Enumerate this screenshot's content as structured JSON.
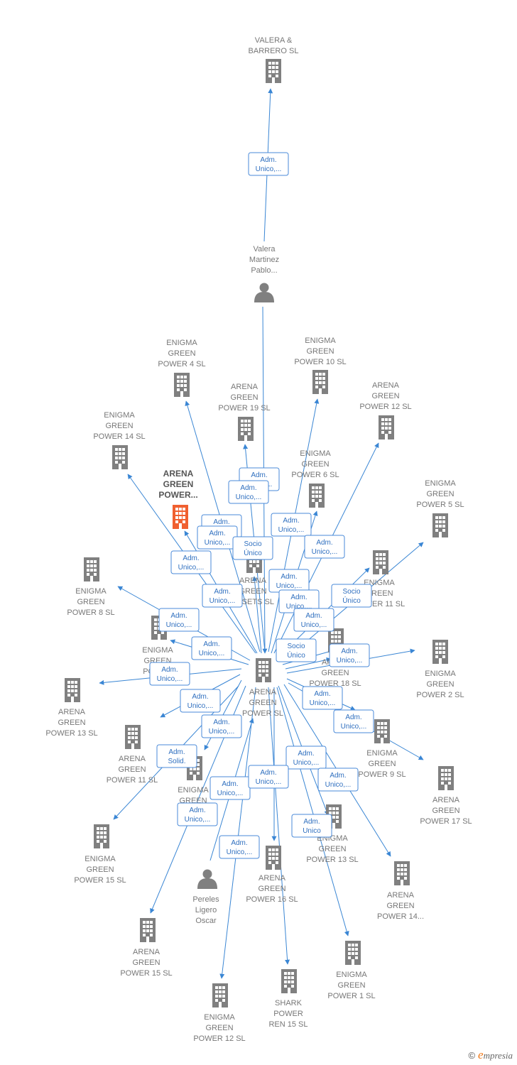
{
  "colors": {
    "edge": "#3a86d4",
    "edge_box_border": "#4a8ad8",
    "edge_text": "#2f6fbf",
    "building": "#808080",
    "focus_building": "#f06030",
    "person": "#808080",
    "label": "#777777"
  },
  "nodes": [
    {
      "id": "valera_barrero",
      "type": "company",
      "lines": [
        "VALERA &",
        "BARRERO  SL"
      ]
    },
    {
      "id": "valera_martinez",
      "type": "person",
      "lines": [
        "Valera",
        "Martinez",
        "Pablo..."
      ]
    },
    {
      "id": "enigma4",
      "type": "company",
      "lines": [
        "ENIGMA",
        "GREEN",
        "POWER 4  SL"
      ]
    },
    {
      "id": "enigma10",
      "type": "company",
      "lines": [
        "ENIGMA",
        "GREEN",
        "POWER 10  SL"
      ]
    },
    {
      "id": "arena19",
      "type": "company",
      "lines": [
        "ARENA",
        "GREEN",
        "POWER 19  SL"
      ]
    },
    {
      "id": "arena12",
      "type": "company",
      "lines": [
        "ARENA",
        "GREEN",
        "POWER 12  SL"
      ]
    },
    {
      "id": "enigma14",
      "type": "company",
      "lines": [
        "ENIGMA",
        "GREEN",
        "POWER 14  SL"
      ]
    },
    {
      "id": "enigma6",
      "type": "company",
      "lines": [
        "ENIGMA",
        "GREEN",
        "POWER 6  SL"
      ]
    },
    {
      "id": "arena_focus",
      "type": "focus",
      "lines": [
        "ARENA",
        "GREEN",
        "POWER..."
      ]
    },
    {
      "id": "enigma5",
      "type": "company",
      "lines": [
        "ENIGMA",
        "GREEN",
        "POWER 5  SL"
      ]
    },
    {
      "id": "arena_assets",
      "type": "company",
      "lines": [
        "ARENA",
        "GREEN",
        "ASSETS  SL"
      ]
    },
    {
      "id": "enigma11",
      "type": "company",
      "lines": [
        "ENIGMA",
        "GREEN",
        "POWER 11  SL"
      ]
    },
    {
      "id": "enigma8",
      "type": "company",
      "lines": [
        "ENIGMA",
        "GREEN",
        "POWER 8  SL"
      ]
    },
    {
      "id": "enigma_x",
      "type": "company",
      "lines": [
        "ENIGMA",
        "GREEN",
        "POWER"
      ]
    },
    {
      "id": "arena18",
      "type": "company",
      "lines": [
        "ARENA",
        "GREEN",
        "POWER 18  SL"
      ]
    },
    {
      "id": "enigma2",
      "type": "company",
      "lines": [
        "ENIGMA",
        "GREEN",
        "POWER 2  SL"
      ]
    },
    {
      "id": "arena_center",
      "type": "company",
      "lines": [
        "ARENA",
        "GREEN",
        "POWER  SL"
      ]
    },
    {
      "id": "arena13",
      "type": "company",
      "lines": [
        "ARENA",
        "GREEN",
        "POWER 13  SL"
      ]
    },
    {
      "id": "arena11",
      "type": "company",
      "lines": [
        "ARENA",
        "GREEN",
        "POWER 11  SL"
      ]
    },
    {
      "id": "enigma9",
      "type": "company",
      "lines": [
        "ENIGMA",
        "GREEN",
        "POWER 9  SL"
      ]
    },
    {
      "id": "enigma_y",
      "type": "company",
      "lines": [
        "ENIGMA",
        "GREEN",
        "POWER"
      ]
    },
    {
      "id": "arena17",
      "type": "company",
      "lines": [
        "ARENA",
        "GREEN",
        "POWER 17  SL"
      ]
    },
    {
      "id": "enigma15",
      "type": "company",
      "lines": [
        "ENIGMA",
        "GREEN",
        "POWER 15  SL"
      ]
    },
    {
      "id": "enigma13",
      "type": "company",
      "lines": [
        "ENIGMA",
        "GREEN",
        "POWER 13  SL"
      ]
    },
    {
      "id": "arena16",
      "type": "company",
      "lines": [
        "ARENA",
        "GREEN",
        "POWER 16  SL"
      ]
    },
    {
      "id": "pereles",
      "type": "person",
      "lines": [
        "Pereles",
        "Ligero",
        "Oscar"
      ]
    },
    {
      "id": "arena14",
      "type": "company",
      "lines": [
        "ARENA",
        "GREEN",
        "POWER 14..."
      ]
    },
    {
      "id": "arena15",
      "type": "company",
      "lines": [
        "ARENA",
        "GREEN",
        "POWER 15  SL"
      ]
    },
    {
      "id": "enigma1",
      "type": "company",
      "lines": [
        "ENIGMA",
        "GREEN",
        "POWER 1  SL"
      ]
    },
    {
      "id": "shark15",
      "type": "company",
      "lines": [
        "SHARK",
        "POWER",
        "REN 15  SL"
      ]
    },
    {
      "id": "enigma12",
      "type": "company",
      "lines": [
        "ENIGMA",
        "GREEN",
        "POWER 12  SL"
      ]
    }
  ],
  "edges": [
    {
      "from": "valera_martinez",
      "to": "valera_barrero",
      "label": [
        "Adm.",
        "Unico,..."
      ]
    },
    {
      "from": "valera_martinez",
      "to": "arena_center",
      "label": [
        "Adm.",
        "Unico,..."
      ]
    },
    {
      "from": "arena_center",
      "to": "arena19",
      "label": [
        "Adm.",
        "Unico,..."
      ]
    },
    {
      "from": "arena_center",
      "to": "enigma4",
      "label": [
        "Adm.",
        "Unico,..."
      ]
    },
    {
      "from": "arena_center",
      "to": "arena_focus",
      "label": [
        "Adm.",
        "Unico,..."
      ]
    },
    {
      "from": "arena_center",
      "to": "enigma14",
      "label": [
        "Adm.",
        "Unico,..."
      ]
    },
    {
      "from": "arena_center",
      "to": "arena_assets",
      "label": [
        "Socio",
        "Único"
      ]
    },
    {
      "from": "arena_center",
      "to": "enigma10",
      "label": [
        "Adm.",
        "Unico,..."
      ]
    },
    {
      "from": "arena_center",
      "to": "enigma6",
      "label": [
        "Adm.",
        "Unico,..."
      ]
    },
    {
      "from": "arena_center",
      "to": "arena12",
      "label": [
        "Adm.",
        "Unico,..."
      ]
    },
    {
      "from": "arena_center",
      "to": "enigma8",
      "label": [
        "Socio",
        "Único"
      ]
    },
    {
      "from": "arena_center",
      "to": "enigma11",
      "label": [
        "Adm.",
        "Unico,..."
      ]
    },
    {
      "from": "arena_center",
      "to": "enigma5",
      "label": [
        "Adm.",
        "Unico,..."
      ]
    },
    {
      "from": "arena_center",
      "to": "enigma_x",
      "label": [
        "Adm.",
        "Unico,..."
      ]
    },
    {
      "from": "arena_center",
      "to": "arena18",
      "label": [
        "Adm.",
        "Unico,..."
      ]
    },
    {
      "from": "arena_center",
      "to": "arena13",
      "label": [
        "Adm.",
        "Unico,..."
      ]
    },
    {
      "from": "arena_center",
      "to": "arena18",
      "label": [
        "Socio",
        "Único"
      ]
    },
    {
      "from": "arena_center",
      "to": "enigma2",
      "label": [
        "Adm.",
        "Unico,..."
      ]
    },
    {
      "from": "arena_center",
      "to": "arena11",
      "label": [
        "Adm.",
        "Unico,..."
      ]
    },
    {
      "from": "arena_center",
      "to": "enigma9",
      "label": [
        "Adm.",
        "Unico,..."
      ]
    },
    {
      "from": "arena_center",
      "to": "enigma_y",
      "label": [
        "Adm.",
        "Unico,..."
      ]
    },
    {
      "from": "arena_center",
      "to": "arena17",
      "label": [
        "Adm.",
        "Unico,..."
      ]
    },
    {
      "from": "arena_center",
      "to": "enigma15",
      "label": [
        "Adm.",
        "Unico,..."
      ]
    },
    {
      "from": "pereles",
      "to": "arena_center",
      "label": [
        "Adm.",
        "Solid."
      ]
    },
    {
      "from": "arena_center",
      "to": "arena16",
      "label": [
        "Adm.",
        "Unico,..."
      ]
    },
    {
      "from": "arena_center",
      "to": "enigma13",
      "label": [
        "Adm.",
        "Unico,..."
      ]
    },
    {
      "from": "arena_center",
      "to": "arena14",
      "label": [
        "Adm.",
        "Unico,..."
      ]
    },
    {
      "from": "arena_center",
      "to": "arena15",
      "label": [
        "Adm.",
        "Unico,..."
      ]
    },
    {
      "from": "arena_center",
      "to": "enigma12",
      "label": [
        "Adm.",
        "Unico,..."
      ]
    },
    {
      "from": "arena_center",
      "to": "shark15",
      "label": [
        "Adm.",
        "Unico"
      ]
    },
    {
      "from": "arena_center",
      "to": "enigma1",
      "label": [
        "Adm.",
        "Unico,..."
      ]
    }
  ],
  "footer": {
    "copyright": "©",
    "brand_initial": "e",
    "brand_rest": "mpresia"
  }
}
